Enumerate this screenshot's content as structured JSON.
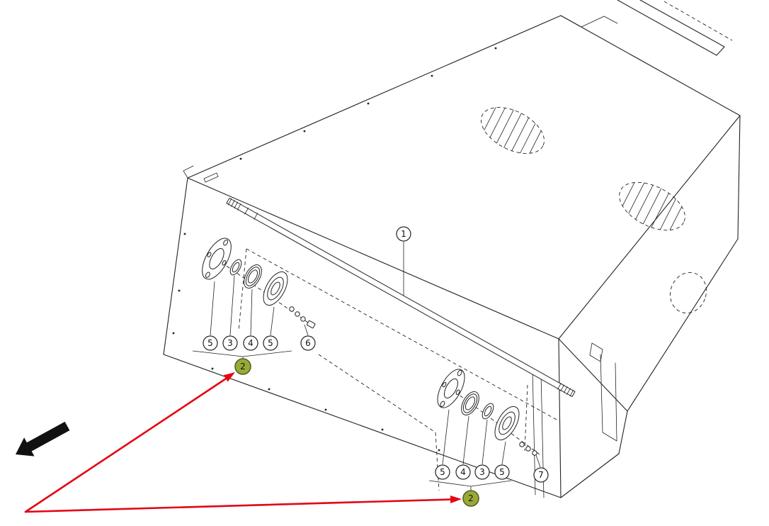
{
  "diagram": {
    "callouts": {
      "shaft": "1",
      "group_a": [
        "5",
        "3",
        "4",
        "5",
        "6"
      ],
      "highlight_a": "2",
      "group_b": [
        "5",
        "4",
        "3",
        "5"
      ],
      "hardware_b": "7",
      "highlight_b": "2"
    },
    "colors": {
      "line": "#222222",
      "highlight_fill": "#9aa838",
      "highlight_stroke": "#55611f",
      "pointer_red": "#e30613",
      "arrow_black": "#111111"
    }
  }
}
